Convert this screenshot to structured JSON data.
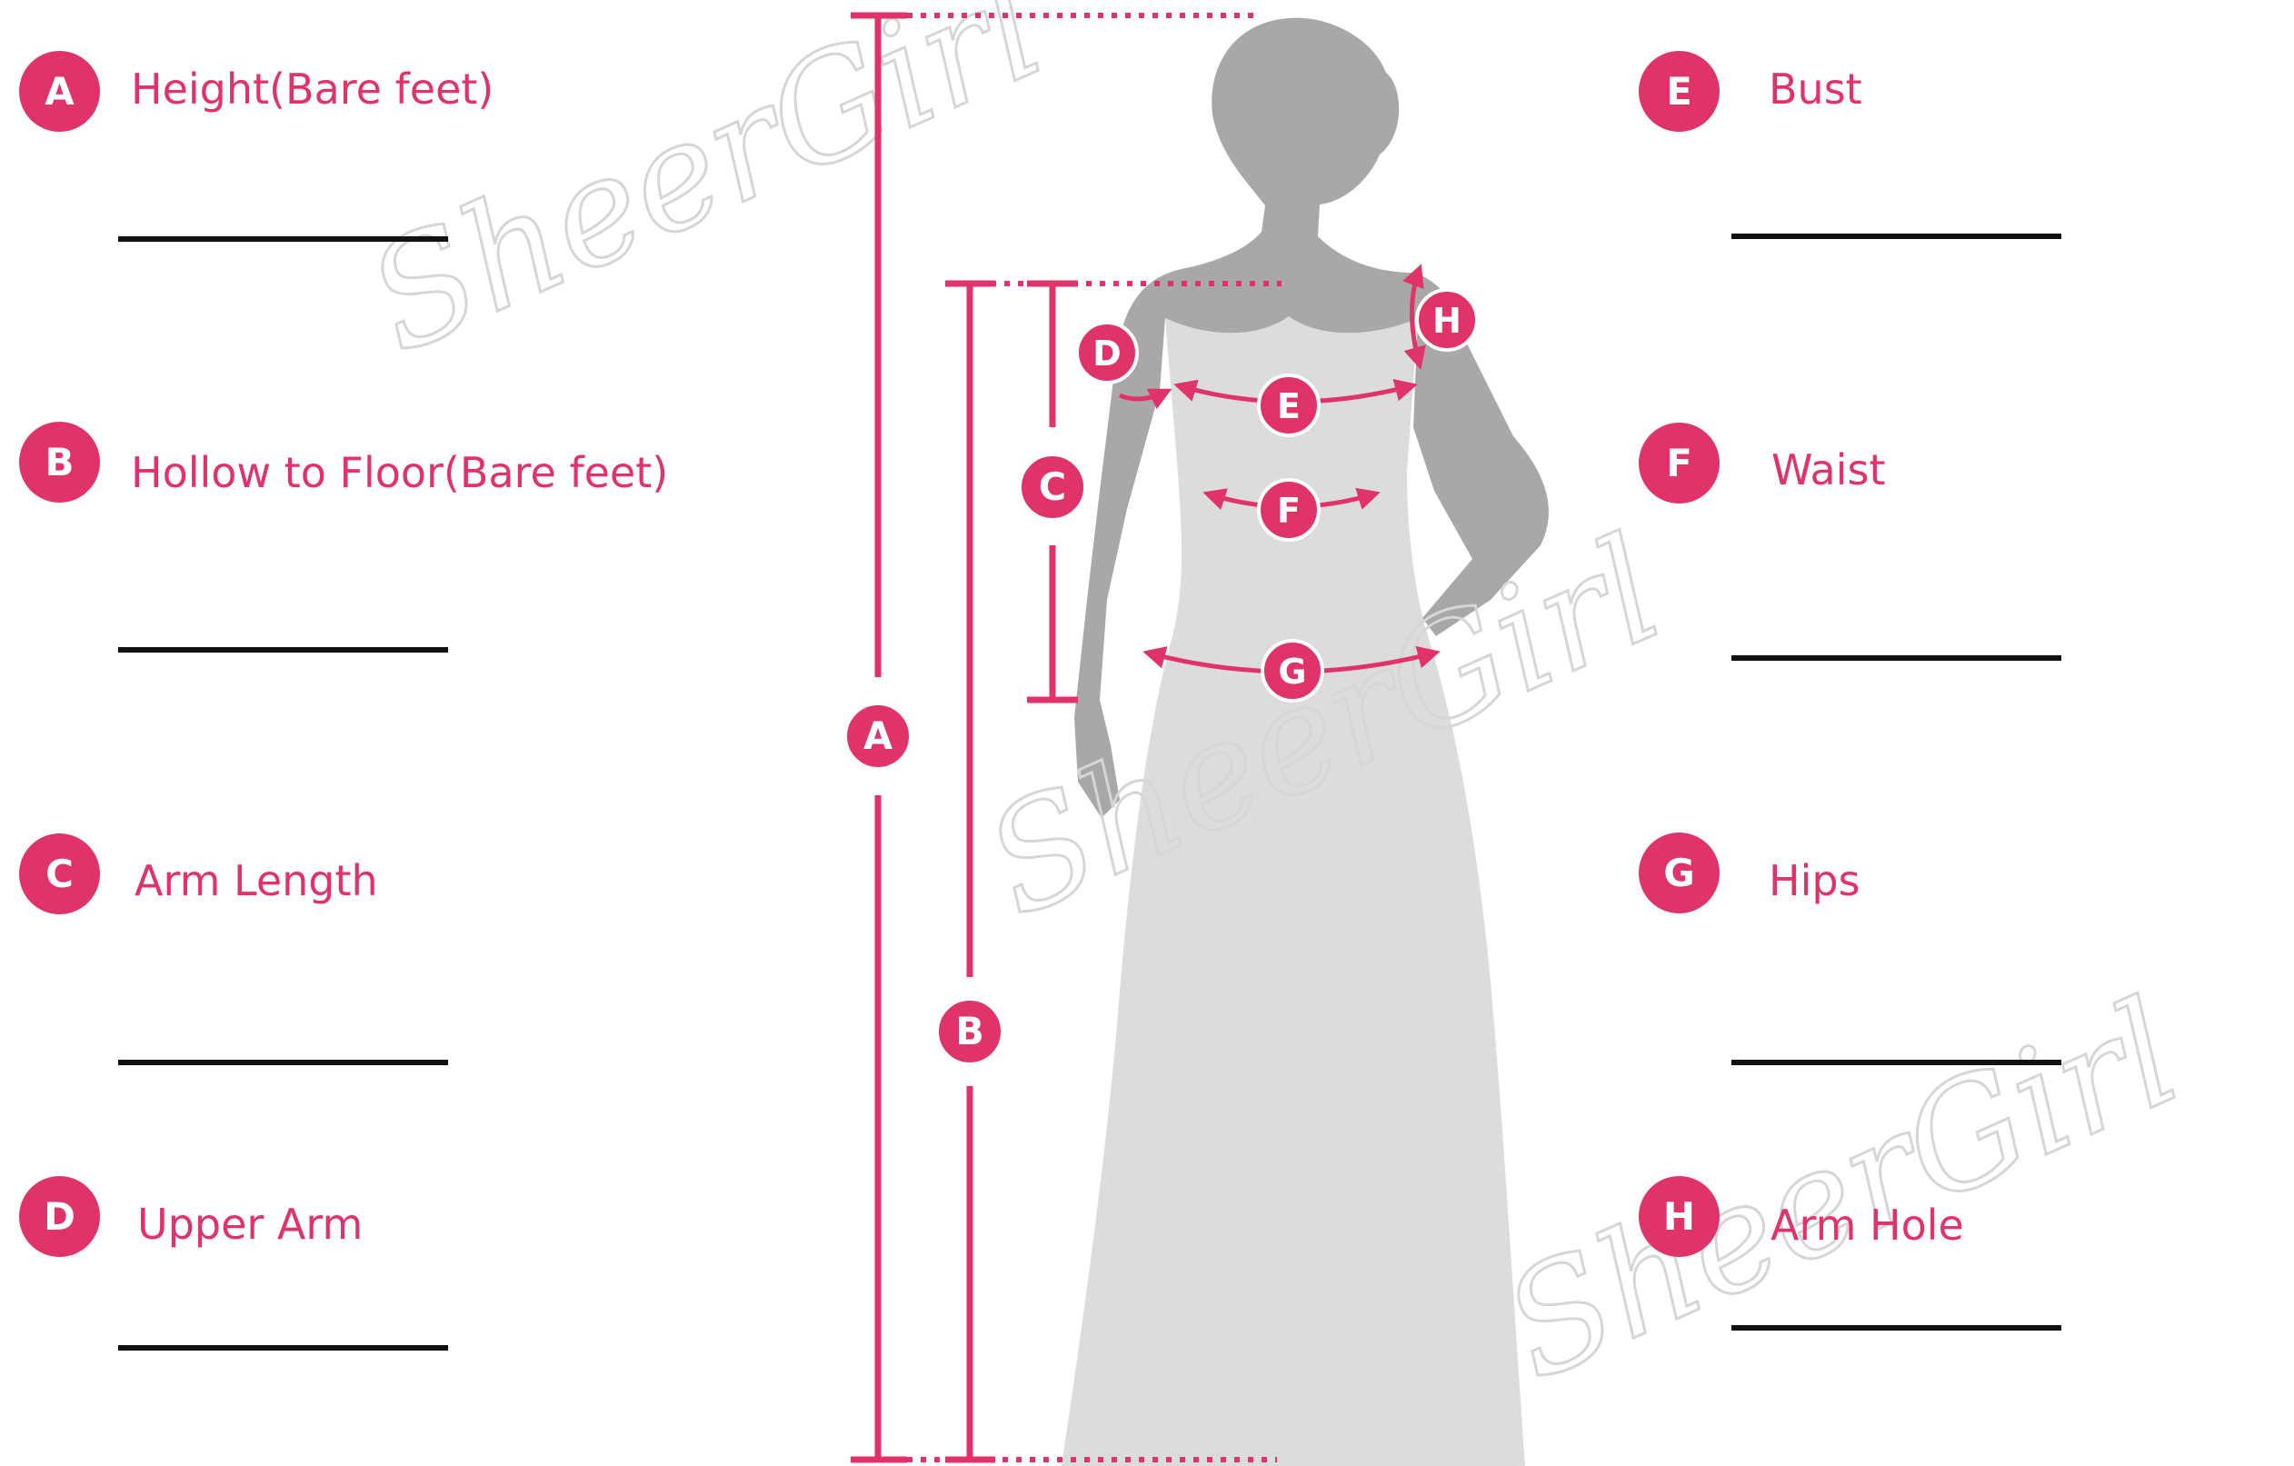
{
  "colors": {
    "accent": "#e0336a",
    "line": "#111111",
    "figure_dark": "#a8a8a8",
    "figure_light": "#dcdcdc",
    "watermark": "#d6d6d6"
  },
  "watermark": "SheerGirl",
  "left_items": [
    {
      "letter": "A",
      "label": "Height(Bare feet)"
    },
    {
      "letter": "B",
      "label": "Hollow to Floor(Bare feet)"
    },
    {
      "letter": "C",
      "label": "Arm Length"
    },
    {
      "letter": "D",
      "label": "Upper Arm"
    }
  ],
  "right_items": [
    {
      "letter": "E",
      "label": "Bust"
    },
    {
      "letter": "F",
      "label": "Waist"
    },
    {
      "letter": "G",
      "label": "Hips"
    },
    {
      "letter": "H",
      "label": "Arm Hole"
    }
  ],
  "diagram_markers": [
    "A",
    "B",
    "C",
    "D",
    "E",
    "F",
    "G",
    "H"
  ]
}
